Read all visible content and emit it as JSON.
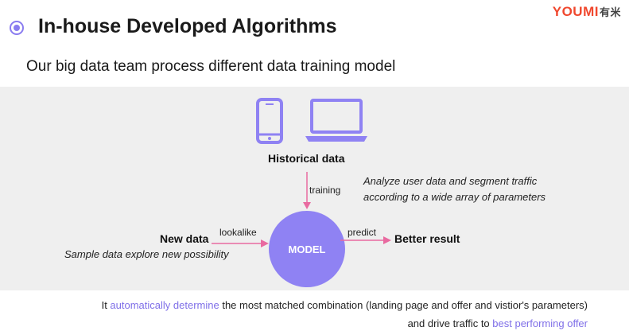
{
  "header": {
    "title": "In-house Developed Algorithms",
    "logo_text": "YOUMI",
    "logo_cn": "有米",
    "subtitle": "Our big data team process different data training model"
  },
  "diagram": {
    "historical_label": "Historical data",
    "training_label": "training",
    "analyze_line1": "Analyze user data and segment traffic",
    "analyze_line2": "according to a wide array of parameters",
    "new_data_label": "New data",
    "lookalike_label": "lookalike",
    "sample_label": "Sample data explore new possibility",
    "model_label": "MODEL",
    "predict_label": "predict",
    "result_label": "Better result"
  },
  "footer": {
    "line1_pre": "It ",
    "line1_hl": "automatically determine",
    "line1_post": " the most matched combination (landing page and offer and vistior's parameters)",
    "line2_pre": "and drive traffic to ",
    "line2_hl": "best performing offer"
  },
  "colors": {
    "accent": "#8f82f3",
    "highlight": "#7f6fe8",
    "arrow": "#e96aa0",
    "logo": "#f0482e",
    "panel": "#efefef"
  },
  "icons": [
    "phone-icon",
    "laptop-icon"
  ]
}
